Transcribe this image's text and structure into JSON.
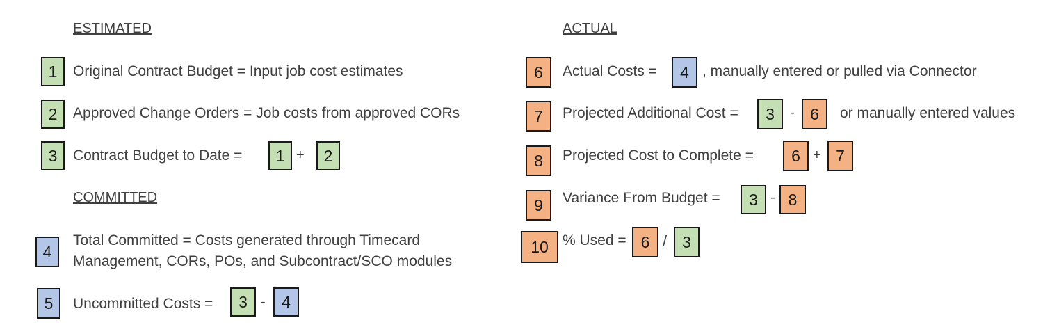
{
  "estimated": {
    "heading": "ESTIMATED",
    "item1": {
      "num": "1",
      "text": "Original Contract Budget = Input job cost estimates"
    },
    "item2": {
      "num": "2",
      "text": "Approved Change Orders = Job costs from approved CORs"
    },
    "item3": {
      "num": "3",
      "text": "Contract Budget to Date =",
      "a": "1",
      "op": "+",
      "b": "2"
    }
  },
  "committed": {
    "heading": "COMMITTED",
    "item4": {
      "num": "4",
      "line1": "Total Committed = Costs generated through Timecard",
      "line2": "Management, CORs, POs, and Subcontract/SCO modules"
    },
    "item5": {
      "num": "5",
      "text": "Uncommitted Costs =",
      "a": "3",
      "op": "-",
      "b": "4"
    }
  },
  "actual": {
    "heading": "ACTUAL",
    "item6": {
      "num": "6",
      "text": "Actual Costs =",
      "ref": "4",
      "suffix": ", manually entered or pulled via Connector"
    },
    "item7": {
      "num": "7",
      "text": "Projected Additional Cost =",
      "a": "3",
      "op": "-",
      "b": "6",
      "suffix": "or manually entered values"
    },
    "item8": {
      "num": "8",
      "text": "Projected Cost to Complete =",
      "a": "6",
      "op": "+",
      "b": "7"
    },
    "item9": {
      "num": "9",
      "text": "Variance From Budget =",
      "a": "3",
      "op": "-",
      "b": "8"
    },
    "item10": {
      "num": "10",
      "text": "% Used =",
      "a": "6",
      "op": "/",
      "b": "3"
    }
  },
  "colors": {
    "estimated": "#c5dfb4",
    "committed": "#b4c6e7",
    "actual": "#f4b183",
    "border": "#1a1a1a"
  }
}
